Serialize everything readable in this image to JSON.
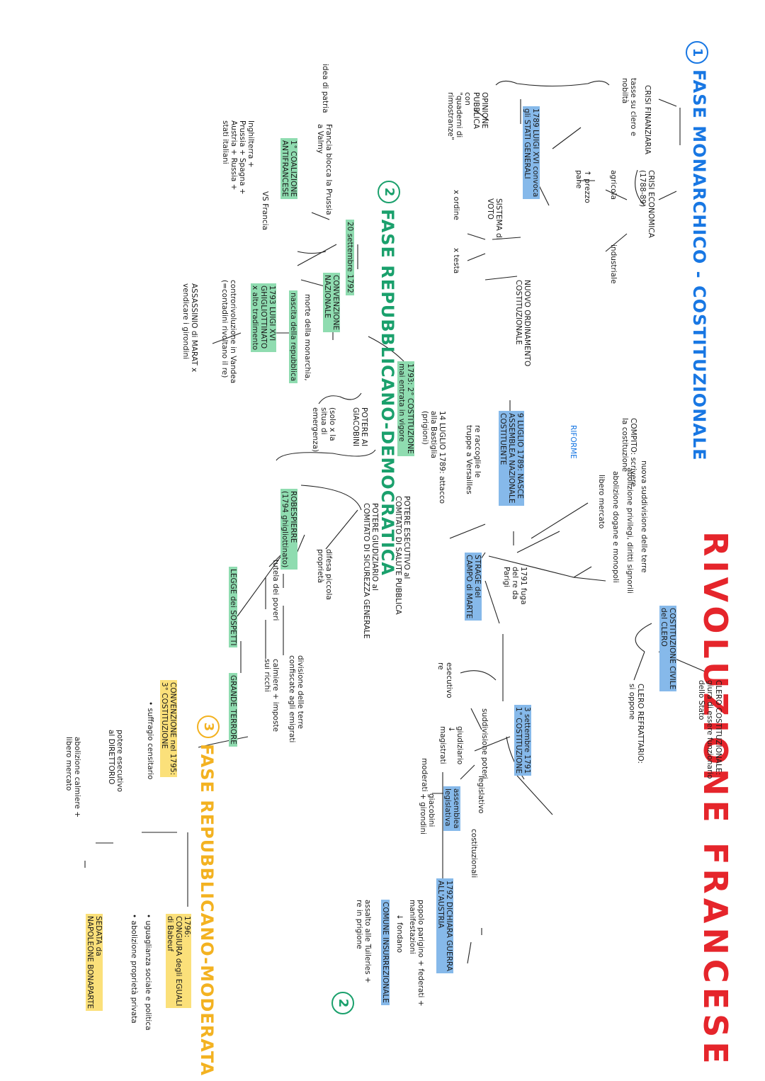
{
  "title": "RIVOLUZIONE FRANCESE",
  "phase1": {
    "number": "1",
    "title": "FASE MONARCHICO - COSTITUZIONALE",
    "crisi_finanziaria": "CRISI FINANZIARIA",
    "tasse": "tasse su clero e\nnobiltà",
    "crisi_economica": "CRISI ECONOMICA\n(1788-89)",
    "agricola": "agricola",
    "industriale": "industriale",
    "prezzo_pane": "↑ prezzo\npane",
    "stati_generali": "1789 LUIGI XVI convoca\ngli STATI GENERALI",
    "opinione_pubblica": "OPINIONE\nPUBBLICA\ncon\n\"quaderni di\nrimostranze\"",
    "sistema_voto": "SISTEMA di\nVOTO",
    "voto_ordine": "x ordine",
    "voto_testa": "x testa",
    "nuovo_ordinamento": "NUOVO ORDINAMENTO\nCOSTITUZIONALE",
    "assemblea": "9 LUGLIO 1789: NASCE\nASSEMBLEA NAZIONALE\nCOSTITUENTE",
    "compito": "COMPITO: scrivere\nla costituzione",
    "riforme": "RIFORME",
    "riforma_terre": "nuova suddivisione delle terre",
    "riforma_privilegi": "abolizione privilegi, diritti signorili",
    "riforma_dogane": "abolizione dogane e monopoli",
    "riforma_mercato": "libero mercato",
    "costituzione_civile": "COSTITUZIONE CIVILE\ndel CLERO",
    "clero_costituzionale": "CLERO COSTITUZIONALE:\ngiura di essere funzionario\ndello Stato",
    "clero_refrattario": "CLERO REFRATTARIO:\nsi oppone",
    "truppe": "re raccoglie le\ntruppe a Versailles",
    "bastiglia": "14 LUGLIO 1789: attacco\nalla Bastiglia\n(prigioni)",
    "fuga_re": "1791 fuga\ndel re da\nParigi",
    "strage": "STRAGE del\nCAMPO di MARTE",
    "costituzione_1791": "3 settembre 1791\n1° COSTITUZIONE",
    "suddivisione_poteri": "suddivisione poteri",
    "esecutivo": "esecutivo\nre",
    "giudiziario": "giudiziario\n↓\nmagistrati",
    "legislativo": "legislativo",
    "assemblea_legislativa": "assemblea\nlegislativa",
    "moderati": "moderati",
    "costituzionali": "costituzionali",
    "giacobini": "giacobini\n+ girondini",
    "guerra_austria": "1792 DICHIARA GUERRA\nALL'AUSTRIA",
    "popolo": "popolo parigino + federati +\nmanifestazioni",
    "fondano": "↓ fondano",
    "comune": "COMUNE INSURREZIONALE",
    "tuileries": "assalto alle Tuileries +\nre in prigione",
    "next_marker": "2"
  },
  "phase2": {
    "number": "2",
    "title": "FASE REPUBBLICANO-DEMOCRATICA",
    "date": "20 settembre 1792",
    "prussia": "Francia blocca la Prussia\na Valmy",
    "coalizione": "1° COALIZIONE\nANTIFRANCESE",
    "coalizione_membri": "Inghilterra +\nPrussia + Spagna +\nAustria + Russia +\nstati italiani",
    "vs_francia": "VS Francia",
    "idea_patria": "idea di patria",
    "convenzione": "CONVENZIONE\nNAZIONALE",
    "monarchia": "morte della monarchia,",
    "repubblica": "nascita della repubblica",
    "luigi_ghigliottinato": "1793 LUIGI XVI\nGHIGLIOTTINATO\nx alto tradimento",
    "vandea": "controrivoluzione in Vandea\n(=contadini rivoltano il re)",
    "marat": "ASSASSINIO di MARAT x\nvendicare i girondini",
    "costituzione_1793": "1793: 2° COSTITUZIONE\nmai entrata in vigore",
    "potere_giacobini": "POTERE AI\nGIACOBINI",
    "aiuto": "(solo x la\nsitua di\nemergenza)",
    "comitato_salute": "POTERE ESECUTIVO al\nCOMITATO DI SALUTE PUBBLICA",
    "comitato_sicurezza": "POTERE GIUDIZIARIO al\nCOMITATO DI SICUREZZA GENERALE",
    "robespierre": "ROBESPIERRE\n(1794 ghigliottinato)",
    "piccola_proprieta": "difesa piccola\nproprietà",
    "divisione_terre": "divisione delle terre\nconfiscate agli emigrati",
    "tutela_poveri": "tutela dei poveri",
    "calmiere": "calmiere + imposte\nsui ricchi",
    "legge_sospetti": "LEGGE dei SOSPETTI",
    "grande_terrore": "GRANDE TERRORE"
  },
  "phase3": {
    "number": "3",
    "title": "FASE REPUBBLICANO-MODERATA",
    "costituzione_1795": "CONVENZIONE nel 1795:\n3° COSTITUZIONE",
    "suffragio": "• suffragio censitario",
    "direttorio": "potere esecutivo\nal DIRETTORIO",
    "calmiere_abolito": "abolizione calmiere +\nlibero mercato",
    "congiura": "1796:\nCONGIURA degli EGUALI\ndi Babeuf",
    "uguaglianza": "• uguaglianza sociale e politica",
    "proprieta": "• abolizione proprietà privata",
    "napoleone": "SEDATA da\nNAPOLEONE BONAPARTE"
  },
  "colors": {
    "title": "#e5252b",
    "phase1": "#1877e3",
    "phase2": "#1aa06c",
    "phase3": "#f3b221",
    "highlight_blue": "#86b9ea",
    "highlight_green": "#8fdcb0",
    "highlight_yellow": "#fbe07a"
  }
}
